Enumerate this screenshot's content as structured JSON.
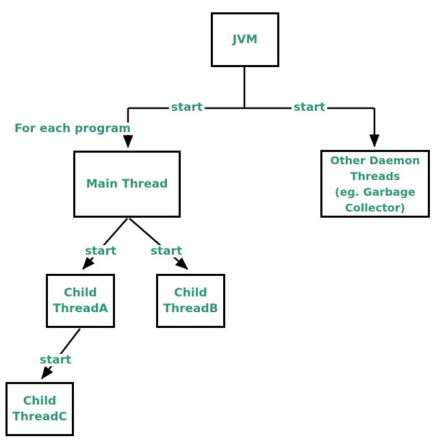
{
  "diagram": {
    "colors": {
      "text": "#2E9379",
      "line": "#000000",
      "background": "#FFFFFF"
    },
    "nodes": {
      "jvm": {
        "lines": [
          "JVM"
        ]
      },
      "main_thread": {
        "lines": [
          "Main Thread"
        ]
      },
      "other_daemon_threads": {
        "lines": [
          "Other Daemon",
          "Threads",
          "(eg. Garbage",
          "Collector)"
        ]
      },
      "child_thread_a": {
        "lines": [
          "Child",
          "ThreadA"
        ]
      },
      "child_thread_b": {
        "lines": [
          "Child",
          "ThreadB"
        ]
      },
      "child_thread_c": {
        "lines": [
          "Child",
          "ThreadC"
        ]
      }
    },
    "edge_labels": {
      "jvm_to_main": "start",
      "jvm_to_daemon": "start",
      "for_each_program": "For each program",
      "main_to_child_a": "start",
      "main_to_child_b": "start",
      "child_a_to_child_c": "start"
    }
  }
}
